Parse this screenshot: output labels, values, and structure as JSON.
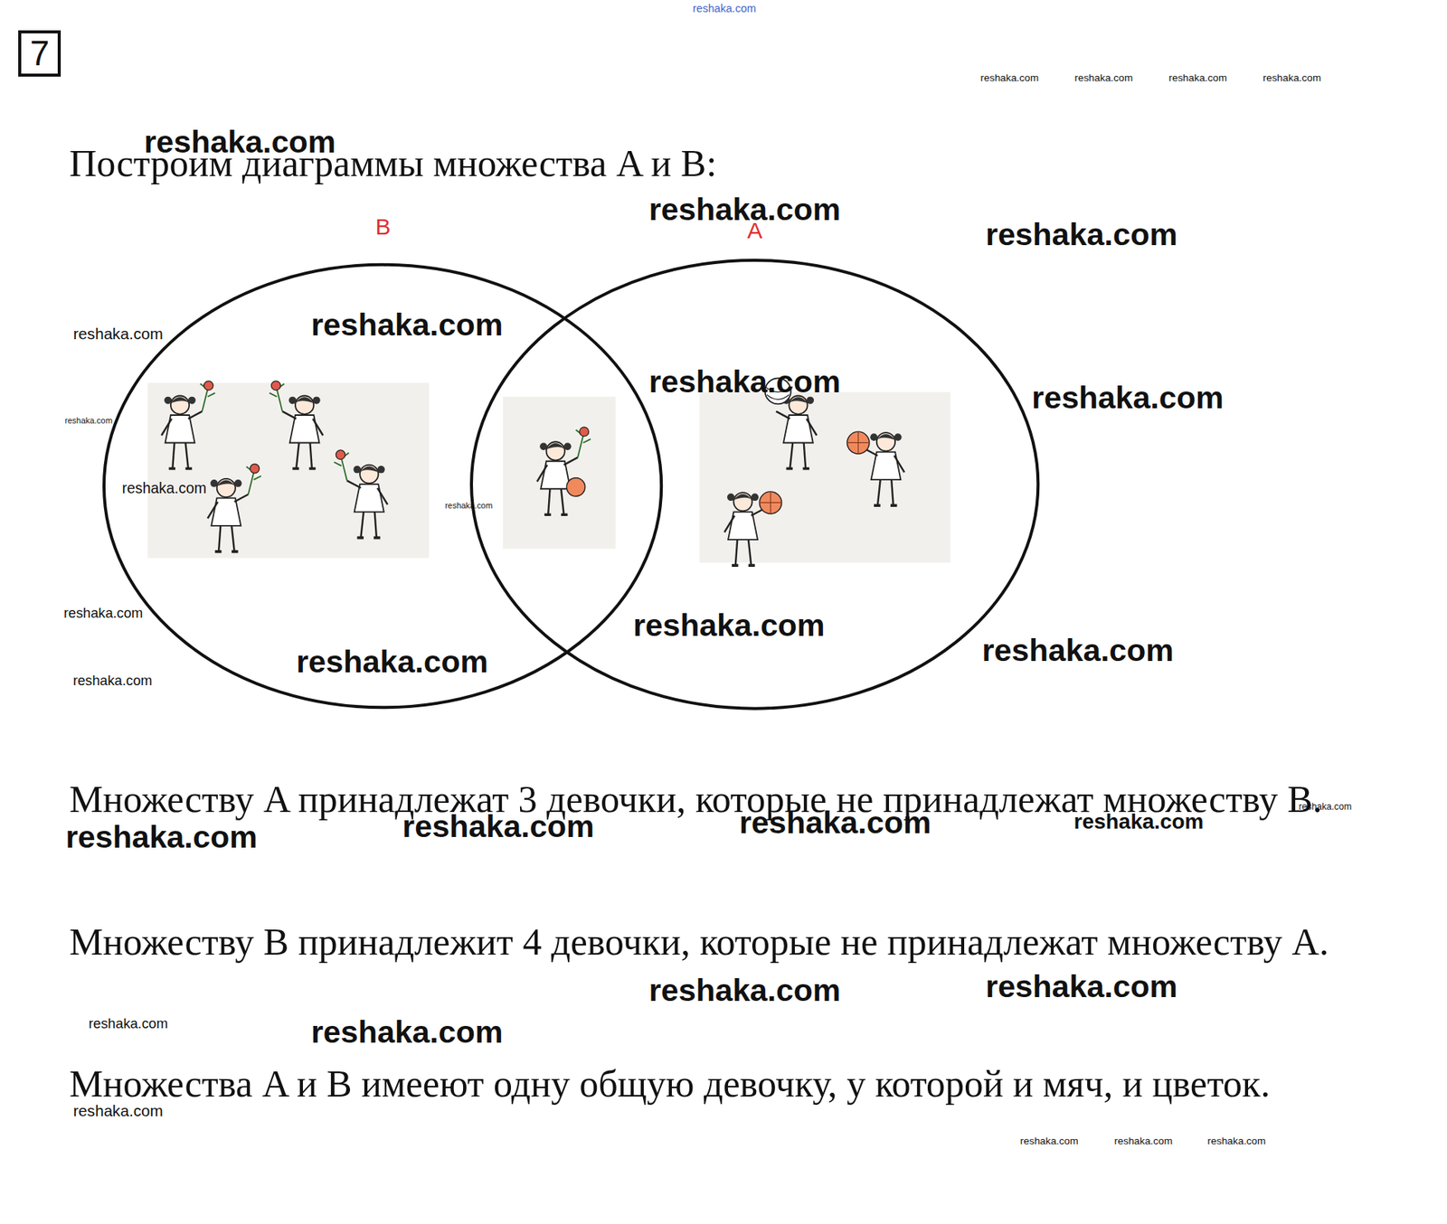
{
  "diagram": {
    "title": "Построим диаграммы множества A и B:",
    "nodes": [
      {
        "text": [
          "B"
        ]
      },
      {
        "text": [
          "A"
        ]
      }
    ],
    "labels": [
      "7",
      "Множеству A принадлежат 3 девочки, которые не принадлежат множеству B.",
      "Множеству B принадлежит 4 девочки, которые не принадлежат множеству A.",
      "Множества A и B имееют одну общую девочку, у которой и мяч, и цветок.",
      "reshaka.com",
      "reshaka.com",
      "reshaka.com",
      "reshaka.com",
      "reshaka.com",
      "reshaka.com",
      "reshaka.com",
      "reshaka.com",
      "reshaka.com",
      "reshaka.com",
      "reshaka.com",
      "reshaka.com",
      "reshaka.com",
      "reshaka.com",
      "reshaka.com",
      "reshaka.com",
      "reshaka.com",
      "reshaka.com",
      "reshaka.com",
      "reshaka.com",
      "reshaka.com",
      "reshaka.com",
      "reshaka.com",
      "reshaka.com",
      "reshaka.com",
      "reshaka.com",
      "reshaka.com",
      "reshaka.com",
      "reshaka.com",
      "reshaka.com",
      "reshaka.com",
      "reshaka.com",
      "reshaka.com"
    ]
  }
}
